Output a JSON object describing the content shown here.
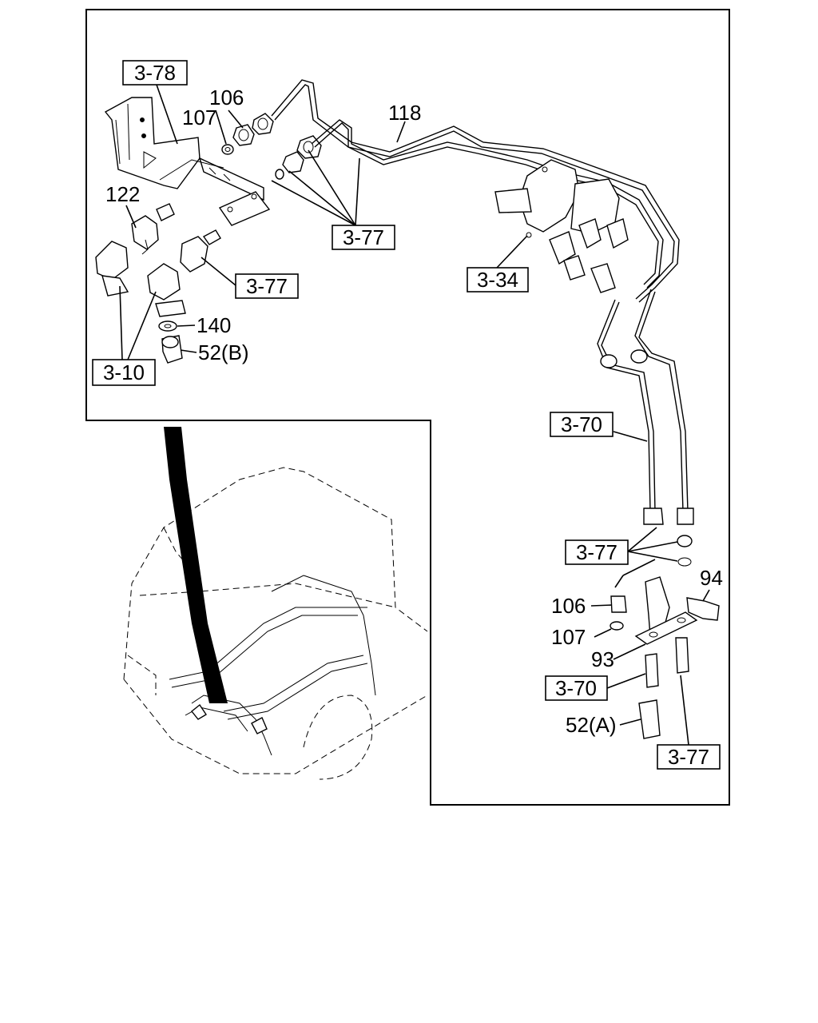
{
  "callouts": {
    "ref_3_78": "3-78",
    "ref_3_77_top": "3-77",
    "ref_3_77_left": "3-77",
    "ref_3_34": "3-34",
    "ref_3_10": "3-10",
    "ref_3_70_upper": "3-70",
    "ref_3_77_right": "3-77",
    "ref_3_70_lower": "3-70",
    "ref_3_77_bottom": "3-77"
  },
  "part_numbers": {
    "p106_top": "106",
    "p107_top": "107",
    "p118": "118",
    "p122": "122",
    "p140": "140",
    "p52b": "52(B)",
    "p94": "94",
    "p106_right": "106",
    "p107_right": "107",
    "p93": "93",
    "p52a": "52(A)"
  },
  "icons": [
    "brake-pipe-icon",
    "flare-nut-icon",
    "washer-icon",
    "bracket-icon",
    "valve-icon",
    "truck-icon"
  ]
}
